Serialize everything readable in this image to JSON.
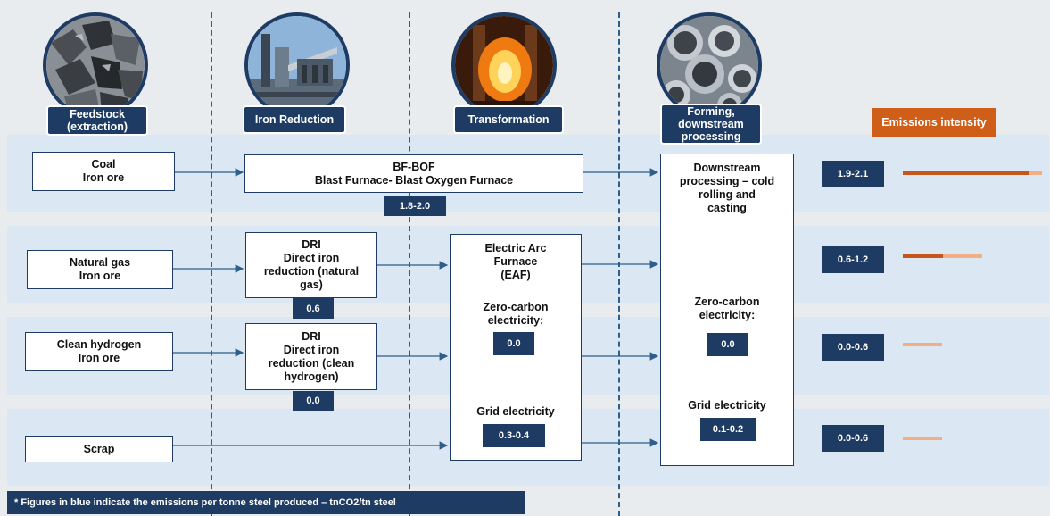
{
  "stages": {
    "feedstock": "Feedstock\n(extraction)",
    "iron_reduction": "Iron Reduction",
    "transformation": "Transformation",
    "forming": "Forming,\ndownstream\nprocessing",
    "emissions": "Emissions intensity"
  },
  "inputs": {
    "coal": "Coal\nIron ore",
    "natural_gas": "Natural gas\nIron ore",
    "clean_hydrogen": "Clean hydrogen\nIron ore",
    "scrap": "Scrap"
  },
  "process": {
    "bf_bof": "BF-BOF\nBlast Furnace- Blast Oxygen Furnace",
    "bf_bof_value": "1.8-2.0",
    "dri_gas": "DRI\nDirect iron\nreduction (natural\ngas)",
    "dri_gas_value": "0.6",
    "dri_h2": "DRI\nDirect iron\nreduction (clean\nhydrogen)",
    "dri_h2_value": "0.0",
    "eaf_title": "Electric Arc\nFurnace\n(EAF)",
    "eaf_zero_label": "Zero-carbon\nelectricity:",
    "eaf_zero_value": "0.0",
    "eaf_grid_label": "Grid electricity",
    "eaf_grid_value": "0.3-0.4",
    "downstream_title": "Downstream\nprocessing – cold\nrolling and\ncasting",
    "downstream_zero_label": "Zero-carbon\nelectricity:",
    "downstream_zero_value": "0.0",
    "downstream_grid_label": "Grid electricity",
    "downstream_grid_value": "0.1-0.2"
  },
  "emissions": [
    {
      "value": "1.9-2.1",
      "range": [
        1.9,
        2.1
      ]
    },
    {
      "value": "0.6-1.2",
      "range": [
        0.6,
        1.2
      ]
    },
    {
      "value": "0.0-0.6",
      "range": [
        0.0,
        0.6
      ]
    },
    {
      "value": "0.0-0.6",
      "range": [
        0.0,
        0.6
      ]
    }
  ],
  "colors": {
    "navy": "#1e3b63",
    "emission_dark": "#c4561a",
    "emission_light": "#f4ae84",
    "band": "#dbe7f3",
    "accent": "#cf5f18"
  },
  "footnote": "* Figures in blue indicate the emissions per tonne steel produced – tnCO2/tn steel"
}
